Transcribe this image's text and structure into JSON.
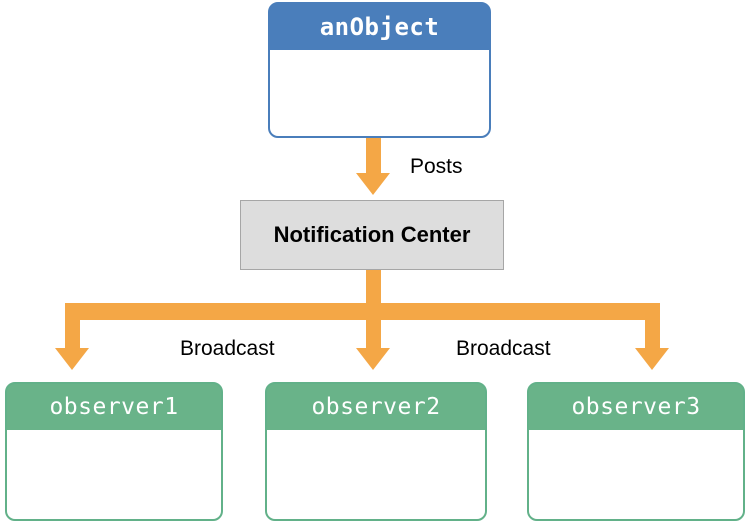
{
  "diagram": {
    "title_node": {
      "label": "anObject",
      "header_color": "#4a7ebb",
      "body_color": "#ffffff"
    },
    "hub": {
      "label": "Notification Center",
      "fill_color": "#dddddd",
      "border_color": "#a6a6a6"
    },
    "observers": [
      {
        "label": "observer1",
        "header_color": "#69b389"
      },
      {
        "label": "observer2",
        "header_color": "#69b389"
      },
      {
        "label": "observer3",
        "header_color": "#69b389"
      }
    ],
    "edges": {
      "post_label": "Posts",
      "broadcast_label_left": "Broadcast",
      "broadcast_label_right": "Broadcast",
      "arrow_color": "#f4a746"
    }
  }
}
